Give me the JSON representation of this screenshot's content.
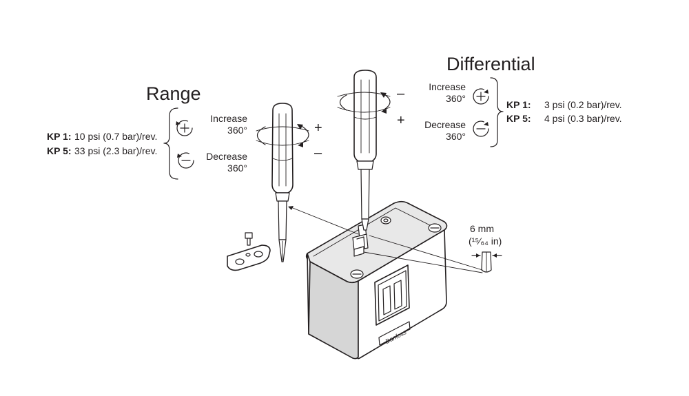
{
  "range": {
    "title": "Range",
    "kp1_label": "KP 1:",
    "kp1_value": "10 psi (0.7 bar)/rev.",
    "kp5_label": "KP 5:",
    "kp5_value": "33 psi (2.3 bar)/rev.",
    "increase_label": "Increase",
    "increase_deg": "360°",
    "decrease_label": "Decrease",
    "decrease_deg": "360°",
    "plus": "+",
    "minus": "–"
  },
  "differential": {
    "title": "Differential",
    "kp1_label": "KP 1:",
    "kp1_value": "3 psi (0.2 bar)/rev.",
    "kp5_label": "KP 5:",
    "kp5_value": "4 psi (0.3 bar)/rev.",
    "increase_label": "Increase",
    "increase_deg": "360°",
    "decrease_label": "Decrease",
    "decrease_deg": "360°",
    "plus": "+",
    "minus": "–"
  },
  "hex_key": {
    "size": "6 mm",
    "size_in": "(¹⁵⁄₆₄ in)"
  }
}
